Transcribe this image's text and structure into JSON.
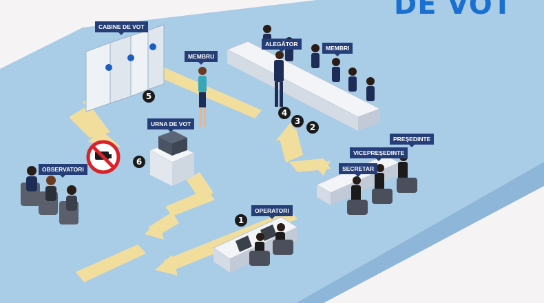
{
  "title": "DE VOT",
  "labels": {
    "cabine": "CABINE DE VOT",
    "membru": "MEMBRU",
    "alegator": "ALEGĂTOR",
    "membri": "MEMBRI",
    "urna": "URNA DE VOT",
    "observatori": "OBSERVATORI",
    "presedinte": "PREȘEDINTE",
    "vicepresedinte": "VICEPREȘEDINTE",
    "secretar": "SECRETAR",
    "operatori": "OPERATORI"
  },
  "steps": [
    "1",
    "2",
    "3",
    "4",
    "5",
    "6"
  ],
  "icons": {
    "camera": "no-camera-icon"
  },
  "colors": {
    "floor": "#a9cce7",
    "arrow": "#f5df9a",
    "tag": "#253e77",
    "title": "#1a6fd0",
    "sign": "#d9232a"
  }
}
